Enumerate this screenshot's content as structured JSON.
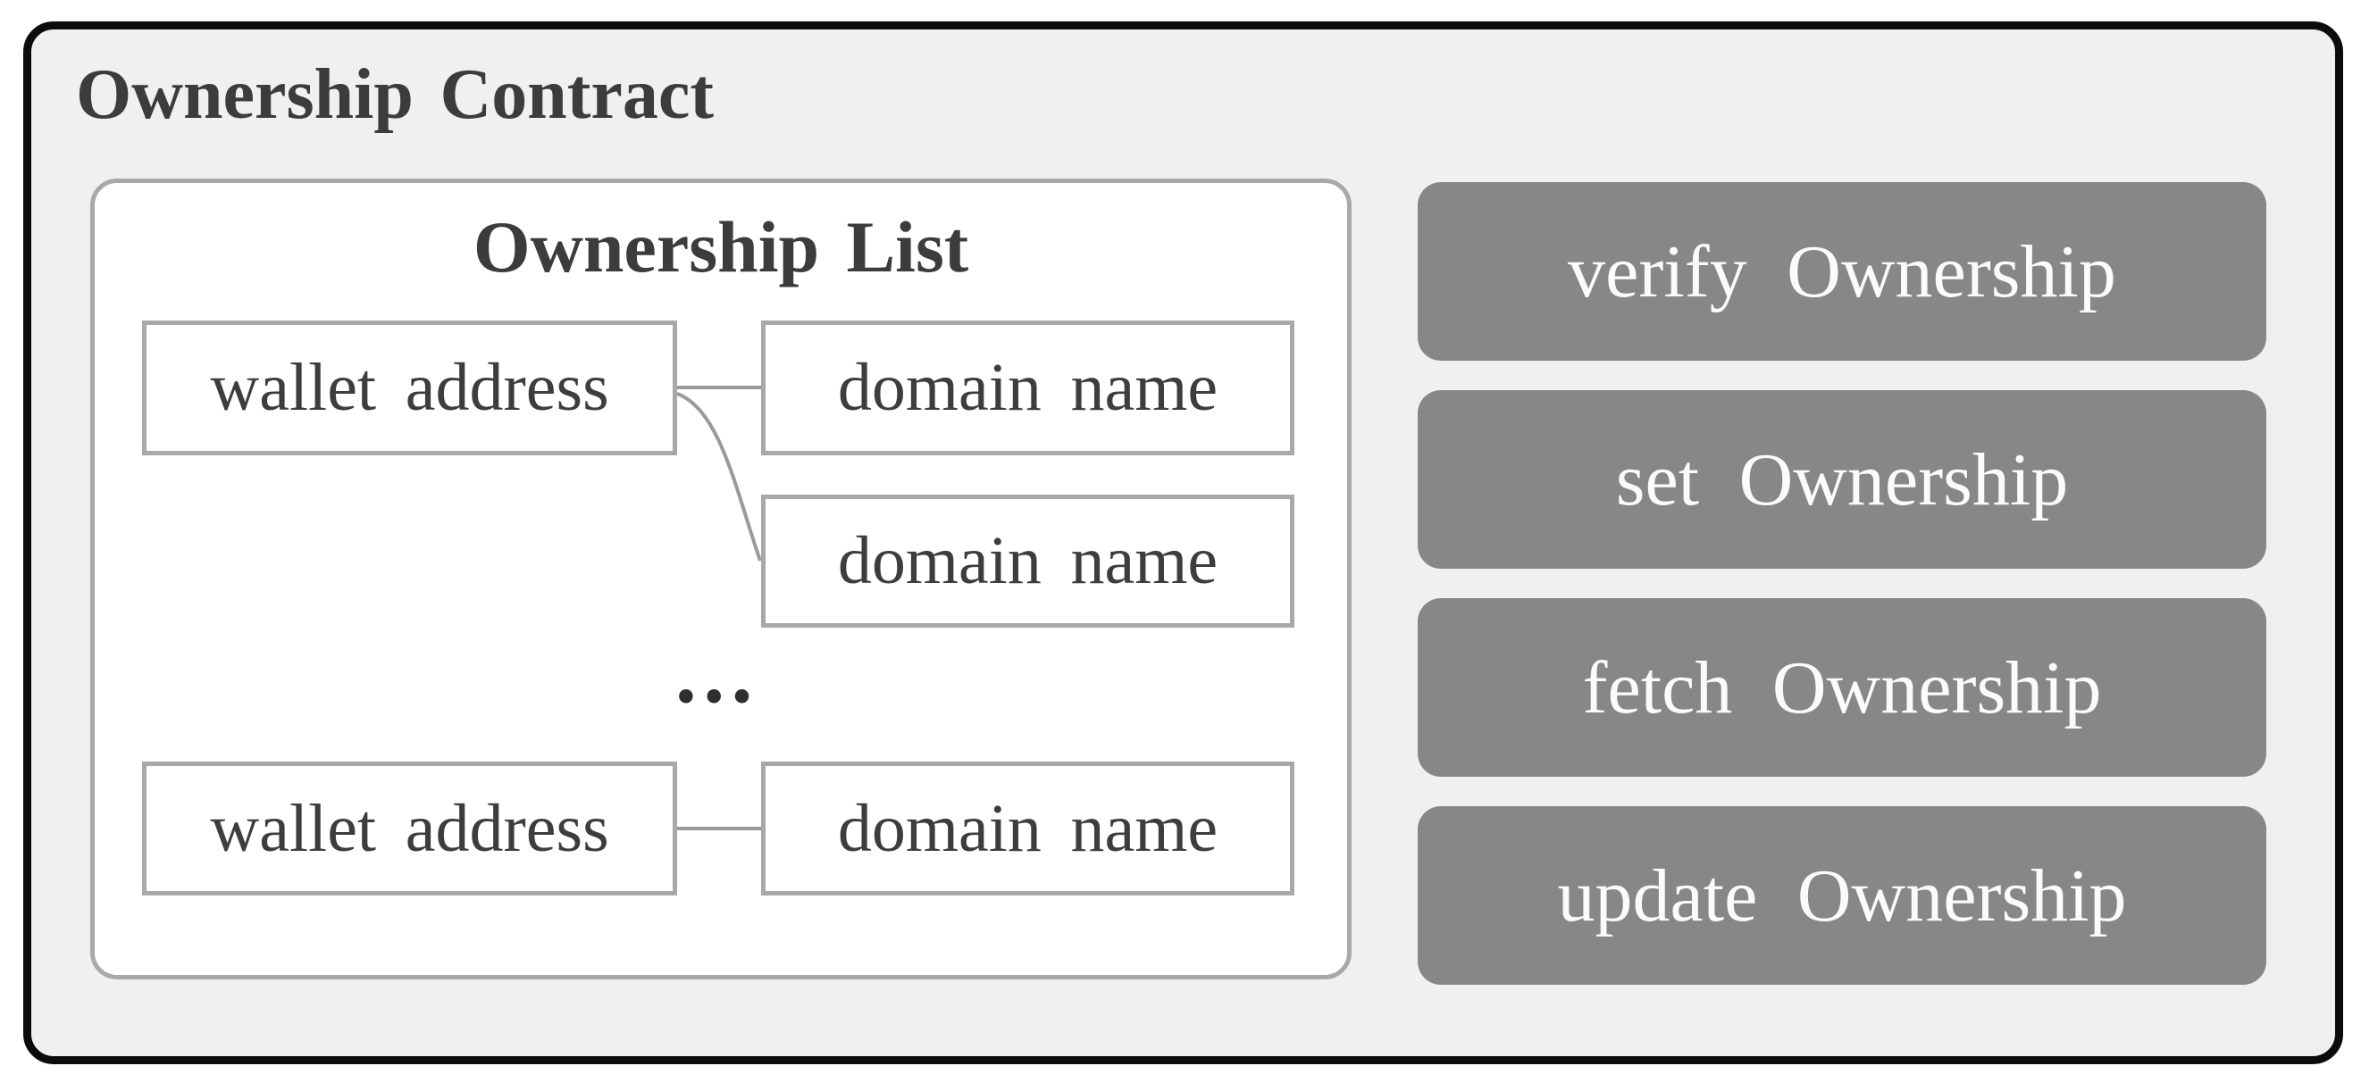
{
  "panel": {
    "title": "Ownership Contract"
  },
  "list": {
    "title": "Ownership List",
    "nodes": [
      {
        "id": "wallet-1",
        "label": "wallet address"
      },
      {
        "id": "domain-1",
        "label": "domain name"
      },
      {
        "id": "domain-2",
        "label": "domain name"
      },
      {
        "id": "wallet-2",
        "label": "wallet address"
      },
      {
        "id": "domain-3",
        "label": "domain name"
      }
    ],
    "ellipsis": "...",
    "connections": [
      {
        "from": "wallet-1",
        "to": "domain-1"
      },
      {
        "from": "wallet-1",
        "to": "domain-2"
      },
      {
        "from": "wallet-2",
        "to": "domain-3"
      }
    ]
  },
  "buttons": [
    {
      "label": "verify Ownership"
    },
    {
      "label": "set Ownership"
    },
    {
      "label": "fetch Ownership"
    },
    {
      "label": "update Ownership"
    }
  ],
  "colors": {
    "panel_background": "#f0f0f1",
    "panel_border": "#0c0c0c",
    "box_border": "#a9a9a9",
    "connector": "#9a9a9a",
    "button_fill": "#878787",
    "button_text": "#fbfbfb",
    "label_text": "#3d3d3d"
  }
}
